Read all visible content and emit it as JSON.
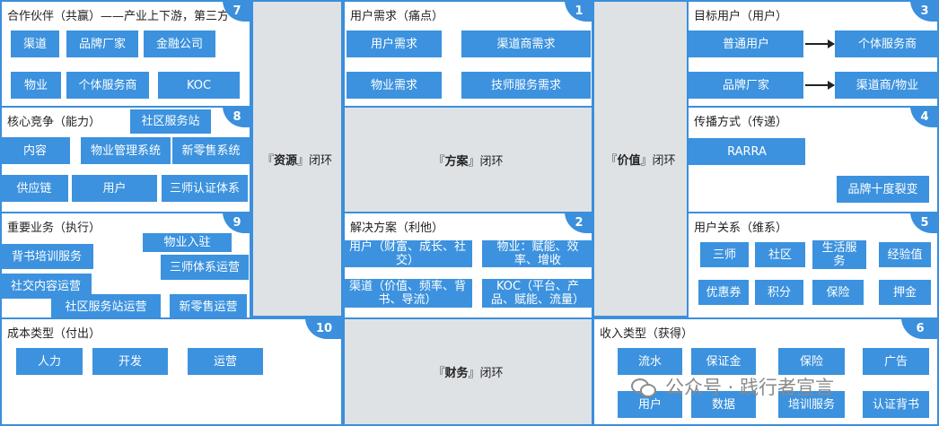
{
  "panels": {
    "partners": {
      "title": "合作伙伴（共赢）——产业上下游，第三方",
      "num": "7",
      "chips": [
        "渠道",
        "品牌厂家",
        "金融公司",
        "物业",
        "个体服务商",
        "KOC"
      ]
    },
    "core": {
      "title": "核心竞争（能力）",
      "num": "8",
      "chips": [
        "社区服务站",
        "内容",
        "物业管理系统",
        "新零售系统",
        "供应链",
        "用户",
        "三师认证体系"
      ]
    },
    "business": {
      "title": "重要业务（执行）",
      "num": "9",
      "chips": [
        "物业入驻",
        "背书培训服务",
        "三师体系运营",
        "社交内容运营",
        "社区服务站运营",
        "新零售运营"
      ]
    },
    "needs": {
      "title": "用户需求（痛点）",
      "num": "1",
      "chips": [
        "用户需求",
        "渠道商需求",
        "物业需求",
        "技师服务需求"
      ]
    },
    "solution": {
      "title": "解决方案（利他）",
      "num": "2",
      "chips": [
        "用户（财富、成长、社交）",
        "物业：赋能、效率、增收",
        "渠道（价值、频率、背书、导流）",
        "KOC（平台、产品、赋能、流量）"
      ]
    },
    "target": {
      "title": "目标用户（用户）",
      "num": "3",
      "chips": [
        "普通用户",
        "个体服务商",
        "品牌厂家",
        "渠道商/物业"
      ]
    },
    "spread": {
      "title": "传播方式（传递）",
      "num": "4",
      "chips": [
        "RARRA",
        "品牌十度裂变"
      ]
    },
    "relation": {
      "title": "用户关系（维系）",
      "num": "5",
      "chips": [
        "三师",
        "社区",
        "生活服务",
        "经验值",
        "优惠券",
        "积分",
        "保险",
        "押金"
      ]
    },
    "cost": {
      "title": "成本类型（付出）",
      "num": "10",
      "chips": [
        "人力",
        "开发",
        "运营"
      ]
    },
    "revenue": {
      "title": "收入类型（获得）",
      "num": "6",
      "chips": [
        "流水",
        "保证金",
        "保险",
        "广告",
        "用户",
        "数据",
        "培训服务",
        "认证背书"
      ]
    }
  },
  "loops": {
    "resource": {
      "open": "『",
      "key": "资源",
      "close": "』",
      "suffix": "闭环"
    },
    "plan": {
      "open": "『",
      "key": "方案",
      "close": "』",
      "suffix": "闭环"
    },
    "value": {
      "open": "『",
      "key": "价值",
      "close": "』",
      "suffix": "闭环"
    },
    "finance": {
      "open": "『",
      "key": "财务",
      "close": "』",
      "suffix": "闭环"
    }
  },
  "watermark": {
    "text": "公众号 · 践行者宣言",
    "icon": "wechat-icon"
  },
  "colors": {
    "accent": "#3b8fdc",
    "chip": "#3c92de",
    "gray": "#dfe2e5"
  }
}
